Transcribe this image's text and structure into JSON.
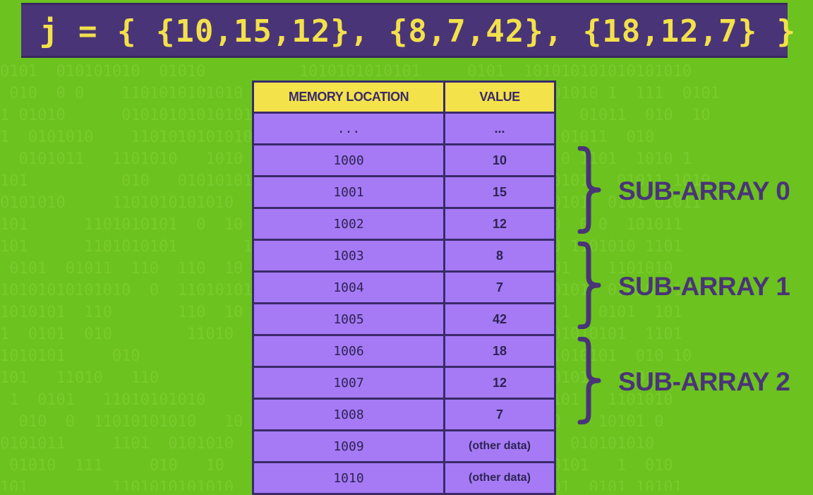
{
  "code_line": "j = { {10,15,12}, {8,7,42}, {18,12,7} }",
  "table": {
    "headers": {
      "location": "MEMORY LOCATION",
      "value": "VALUE"
    },
    "rows": [
      {
        "location": "...",
        "value": "..."
      },
      {
        "location": "1000",
        "value": "10"
      },
      {
        "location": "1001",
        "value": "15"
      },
      {
        "location": "1002",
        "value": "12"
      },
      {
        "location": "1003",
        "value": "8"
      },
      {
        "location": "1004",
        "value": "7"
      },
      {
        "location": "1005",
        "value": "42"
      },
      {
        "location": "1006",
        "value": "18"
      },
      {
        "location": "1007",
        "value": "12"
      },
      {
        "location": "1008",
        "value": "7"
      },
      {
        "location": "1009",
        "value": "(other data)"
      },
      {
        "location": "1010",
        "value": "(other data)"
      }
    ]
  },
  "sub_arrays": [
    "SUB-ARRAY 0",
    "SUB-ARRAY 1",
    "SUB-ARRAY 2"
  ],
  "colors": {
    "background": "#6cc21f",
    "banner": "#4a3478",
    "code_text": "#f2e14a",
    "header": "#f3e24a",
    "cell": "#a67af5",
    "label": "#4a3478"
  }
}
